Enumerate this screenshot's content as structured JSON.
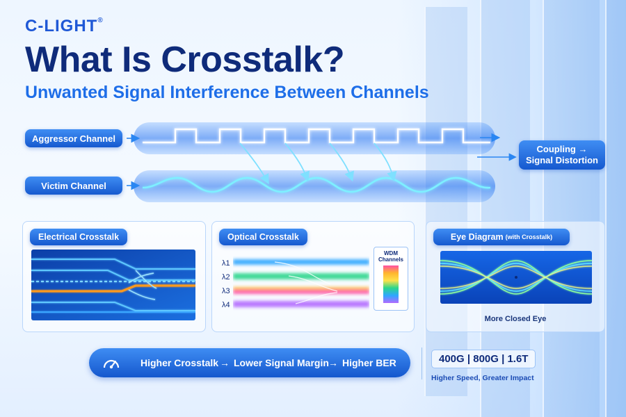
{
  "brand": {
    "name": "C-LIGHT",
    "mark": "®"
  },
  "heading": {
    "title": "What Is Crosstalk?",
    "subtitle": "Unwanted Signal Interference Between Channels"
  },
  "channels": {
    "aggressor_label": "Aggressor Channel",
    "victim_label": "Victim Channel",
    "coupling_line1": "Coupling →",
    "coupling_line2": "Signal Distortion"
  },
  "panels": {
    "electrical": {
      "label": "Electrical Crosstalk"
    },
    "optical": {
      "label": "Optical Crosstalk",
      "wavelengths": [
        "λ1",
        "λ2",
        "λ3",
        "λ4"
      ],
      "wdm_label_line1": "WDM",
      "wdm_label_line2": "Channels"
    },
    "eye": {
      "label_main": "Eye Diagram",
      "label_note": "(with Crosstalk)",
      "caption": "More Closed Eye"
    }
  },
  "summary": {
    "step1": "Higher Crosstalk",
    "step2": "Lower Signal Margin",
    "step3": "Higher BER",
    "arrow": "→",
    "speeds": "400G | 800G | 1.6T",
    "speeds_caption": "Higher Speed, Greater Impact"
  },
  "colors": {
    "primary": "#1f58d6",
    "navy": "#0f2b7a",
    "accent": "#1e6ee8",
    "signal_glow": "#38d6ff",
    "crosstalk_orange": "#ff9a1f"
  },
  "icons": {
    "arrow": "arrow-right-icon",
    "gauge": "speedometer-icon"
  }
}
